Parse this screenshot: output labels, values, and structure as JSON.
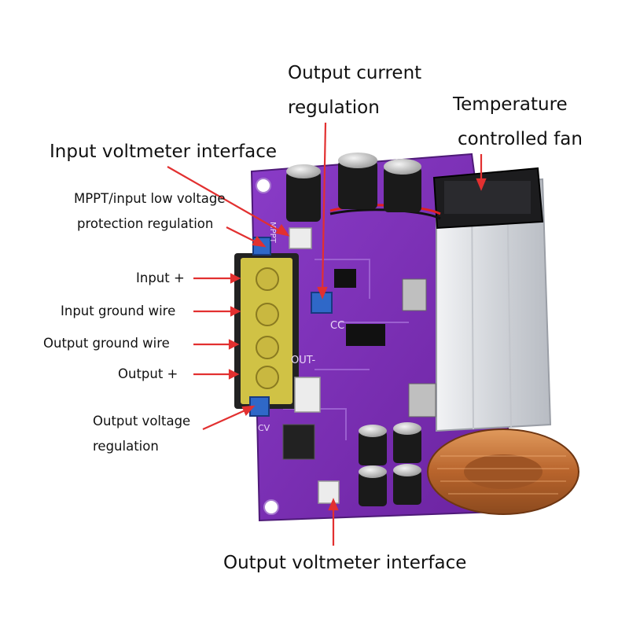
{
  "labels": {
    "output_current_line1": "Output current",
    "output_current_line2": "regulation",
    "temperature_fan_line1": "Temperature",
    "temperature_fan_line2": "controlled fan",
    "input_voltmeter": "Input voltmeter interface",
    "mppt_line1": "MPPT/input low voltage",
    "mppt_line2": "protection regulation",
    "input_plus": "Input +",
    "input_ground": "Input ground wire",
    "output_ground": "Output ground wire",
    "output_plus": "Output +",
    "output_voltage_line1": "Output voltage",
    "output_voltage_line2": "regulation",
    "output_voltmeter": "Output voltmeter interface"
  },
  "board_silkscreen": {
    "cc": "CC",
    "out_minus": "OUT-",
    "mppt": "MPPT",
    "cv": "CV"
  },
  "colors": {
    "pcb": "#7a2fb8",
    "arrow": "#e23030",
    "heatsink": "#d6d8dc",
    "copper_coil": "#c8743a",
    "terminal_block": "#e8d84a"
  }
}
